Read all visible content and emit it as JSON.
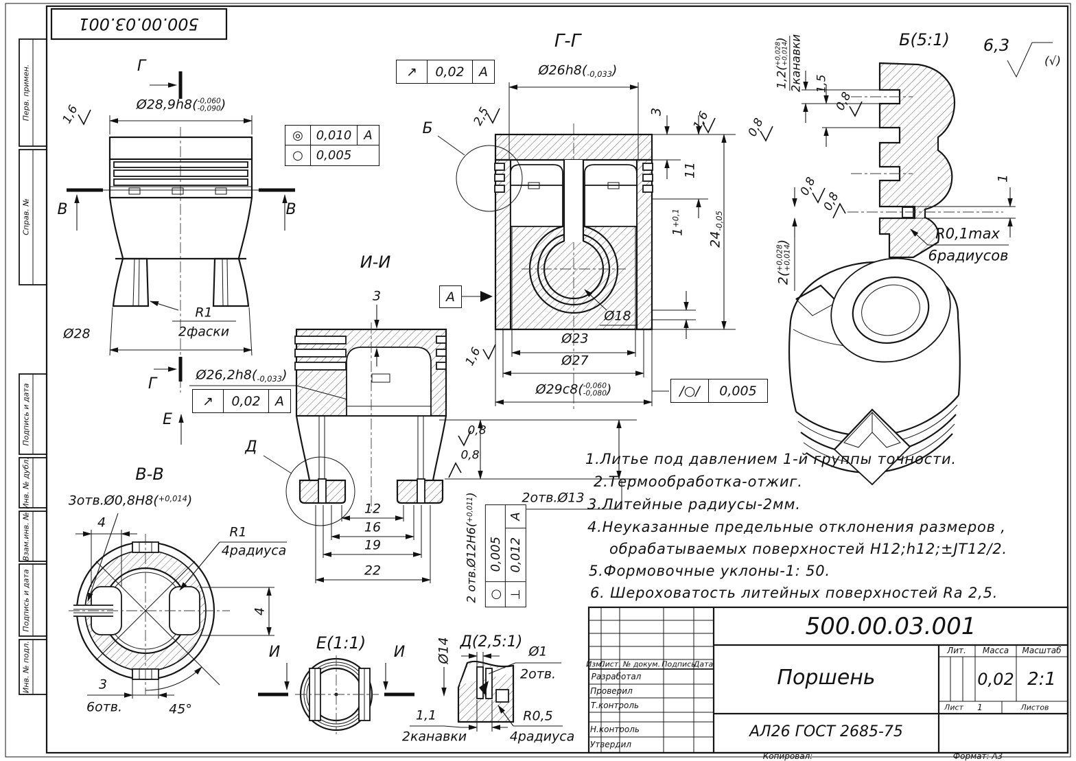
{
  "frame": {
    "side_labels": [
      "Перв. примен.",
      "Справ.  №",
      "Подпись и дата",
      "Инв. № дубл.",
      "Взам.инв. №",
      "Подпись и дата",
      "Инв. № подл."
    ],
    "top_stamp": "500.00.03.001",
    "copied_by": "Копировал:",
    "format_label": "Формат: А3"
  },
  "common": {
    "r08": "0,8",
    "r16": "1,6"
  },
  "main_view": {
    "section_letter_top": "Г",
    "section_letter_bottom": "Г",
    "detail_letter_e": "Е",
    "cut_letter_left": "В",
    "cut_letter_right": "В",
    "dim_diameter_main": "Ø28,9h8(",
    "dim_diameter_tol_upper": "-0,060",
    "dim_diameter_tol_lower": "-0,090",
    "dim_diameter_close": ")",
    "radius_note_1": "R1",
    "radius_note_2": "2фаски",
    "dim_od": "Ø28",
    "dim_neck_main": "Ø26,2h8(",
    "dim_neck_tol": "-0,033",
    "dim_neck_close": ")",
    "tol_frame1": {
      "row1_symbol": "◎",
      "row1_value": "0,010",
      "row1_datum": "А",
      "row2_symbol": "○",
      "row2_value": "0,005"
    },
    "tol_frame2": {
      "symbol": "↗",
      "value": "0,02",
      "datum": "А"
    }
  },
  "section_gg": {
    "title": "Г-Г",
    "tol_frame": {
      "symbol": "↗",
      "value": "0,02",
      "datum": "А"
    },
    "dim_top_main": "Ø26h8(",
    "dim_top_tol": "-0,033",
    "dim_top_close": ")",
    "roughness_25": "2,5",
    "detail_letter": "Б",
    "datum_label": "А",
    "dim_3": "3",
    "dim_11": "11",
    "dim_24_main": "24",
    "dim_24_tol": "-0,05",
    "dim_1_main": "1",
    "dim_1_tol": "+0,1",
    "dim_d18": "Ø18",
    "dim_d23": "Ø23",
    "dim_d27": "Ø27",
    "dim_d29_main": "Ø29c8(",
    "dim_d29_tol_upper": "-0,060",
    "dim_d29_tol_lower": "-0,080",
    "dim_d29_close": ")",
    "tol_frame_cyl": {
      "symbol": "/○/",
      "value": "0,005"
    }
  },
  "section_ii": {
    "title": "И-И",
    "dim_3": "3",
    "detail_letter": "Д",
    "dim_12": "12",
    "dim_16": "16",
    "dim_19": "19",
    "dim_22": "22",
    "holes_d13": "2отв.Ø13",
    "holes_d12_main": "2 отв.Ø12Н6(",
    "holes_d12_tol": "+0,011",
    "holes_d12_close": ")",
    "tol_frame": {
      "row1_symbol": "○",
      "row1_value": "0,005",
      "row2_symbol": "⊥",
      "row2_value": "0,012",
      "row2_datum": "А"
    }
  },
  "section_vv": {
    "title": "В-В",
    "holes_main": "3отв.Ø0,8Н8(",
    "holes_tol": "+0,014",
    "holes_close": ")",
    "dim_4_top": "4",
    "dim_4_right": "4",
    "radius_1": "R1",
    "radius_2": "4радиуса",
    "dim_3": "3",
    "holes_6": "6отв.",
    "angle": "45°"
  },
  "detail_b": {
    "title": "Б(5:1)",
    "general_roughness": "6,3",
    "general_roughness_alt": "(√)",
    "groove_main": "1,2(",
    "groove_tol_upper": "+0,028",
    "groove_tol_lower": "+0,014",
    "groove_close": ")",
    "groove_count": "2канавки",
    "dim_15": "1,5",
    "dim_1": "1",
    "radius_max": "R0,1max",
    "radius_count": "6радиусов",
    "dim_2_main": "2(",
    "dim_2_tol_upper": "+0,028",
    "dim_2_tol_lower": "+0,014",
    "dim_2_close": ")"
  },
  "detail_e": {
    "title": "Е(1:1)",
    "cut_letter_left": "И",
    "cut_letter_right": "И",
    "dim_d14": "Ø14"
  },
  "detail_d": {
    "title": "Д(2,5:1)",
    "dim_d1": "Ø1",
    "holes": "2отв.",
    "dim_11": "1,1",
    "grooves": "2канавки",
    "radius": "R0,5",
    "radius_count": "4радиуса"
  },
  "notes": {
    "line1": "1.Литье под давлением 1-й группы точности.",
    "line2": "2.Термообработка-отжиг.",
    "line3": "3.Литейные радиусы-2мм.",
    "line4": "4.Неуказанные предельные отклонения размеров ,",
    "line5": "обрабатываемых поверхностей Н12;h12;±JТ12/2.",
    "line6": "5.Формовочные уклоны-1: 50.",
    "line7": "6.  Шероховатость литейных поверхностей Ra 2,5."
  },
  "title_block": {
    "doc_number": "500.00.03.001",
    "part_name": "Поршень",
    "material": "АЛ26 ГОСТ 2685-75",
    "col_izm": "Изм.",
    "col_list": "Лист.",
    "col_doc": "№ докум.",
    "col_sign": "Подпись",
    "col_date": "Дата",
    "row_developed": "Разработал",
    "row_checked": "Проверил",
    "row_tcontrol": "Т.контроль",
    "row_ncontrol": "Н.контроль",
    "row_approved": "Утвердил",
    "lit_label": "Лит.",
    "mass_label": "Масса",
    "scale_label": "Масштаб",
    "mass_value": "0,02",
    "scale_value": "2:1",
    "sheet_label": "Лист",
    "sheet_value": "1",
    "sheets_label": "Листов"
  }
}
